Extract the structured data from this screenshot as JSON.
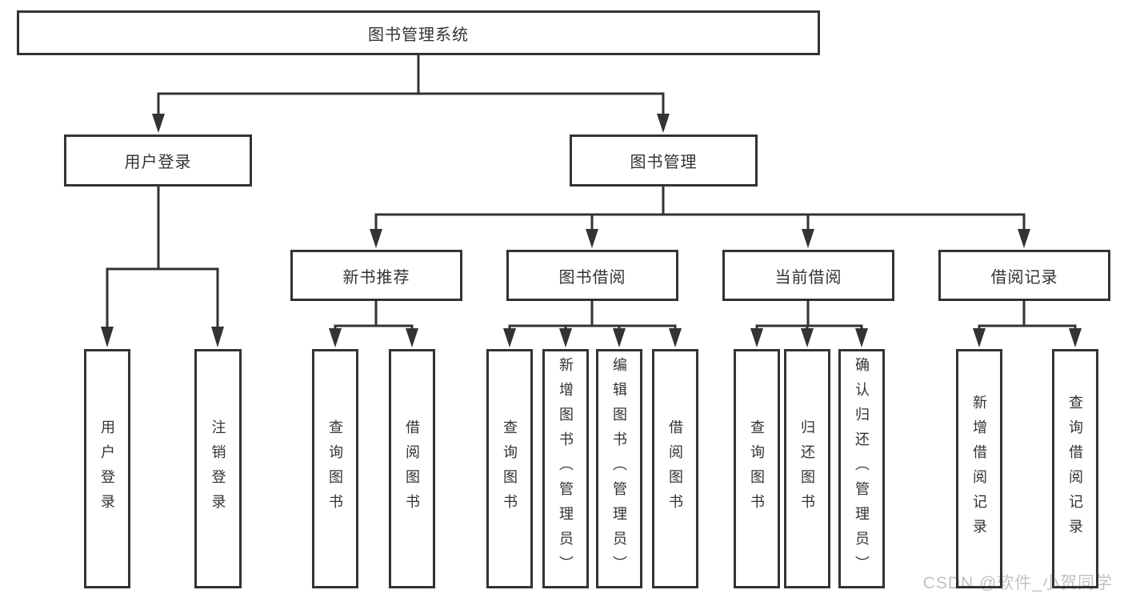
{
  "colors": {
    "line": "#333333",
    "box_border": "#333333",
    "text": "#333333",
    "watermark": "#c9bebe",
    "background": "#ffffff"
  },
  "watermark": "CSDN @软件_小贺同学",
  "tree": {
    "root": {
      "label": "图书管理系统"
    },
    "branches": [
      {
        "label": "用户登录",
        "children": [
          "用户登录",
          "注销登录"
        ]
      },
      {
        "label": "图书管理",
        "groups": [
          {
            "label": "新书推荐",
            "children": [
              "查询图书",
              "借阅图书"
            ]
          },
          {
            "label": "图书借阅",
            "children": [
              "查询图书",
              "新增图书（管理员）",
              "编辑图书（管理员）",
              "借阅图书"
            ]
          },
          {
            "label": "当前借阅",
            "children": [
              "查询图书",
              "归还图书",
              "确认归还（管理员）"
            ]
          },
          {
            "label": "借阅记录",
            "children": [
              "新增借阅记录",
              "查询借阅记录"
            ]
          }
        ]
      }
    ]
  }
}
